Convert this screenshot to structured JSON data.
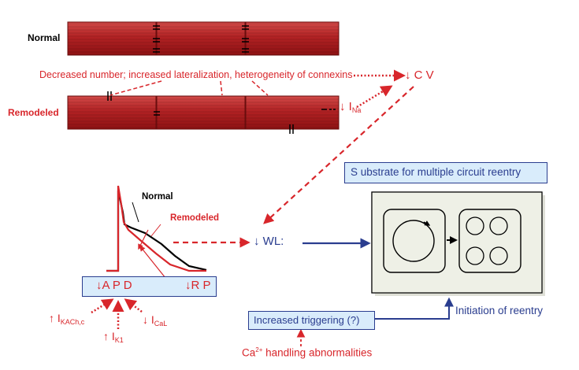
{
  "colors": {
    "red": "#d8262b",
    "blue": "#2a3d8f",
    "box_fill": "#d9ecfb",
    "cell_light": "#d24a48",
    "cell_dark": "#8e1213",
    "panel_fill": "#eef0e6"
  },
  "labels": {
    "normal_cells": "Normal",
    "remodeled_cells": "Remodeled",
    "connexins": "Decreased number; increased lateralization, heterogeneity of connexins",
    "cv": "↓ C V",
    "ina_arrow": "↓",
    "ina_base": "I",
    "ina_sub": "Na",
    "substrate": "S ubstrate for multiple circuit reentry",
    "ap_normal": "Normal",
    "ap_remodeled": "Remodeled",
    "wl": "↓ WL:",
    "apd": "↓A P D",
    "rp": "↓R P",
    "ikach_arrow": "↑",
    "ikach_base": "I",
    "ikach_sub": "KACh,c",
    "ik1_arrow": "↑",
    "ik1_base": "I",
    "ik1_sub": "K1",
    "ical_arrow": "↓",
    "ical_base": "I",
    "ical_sub": "CaL",
    "triggering": "Increased triggering (?)",
    "initiation": "Initiation of reentry",
    "ca_base": "Ca",
    "ca_sup": "2+",
    "ca_rest": " handling abnormalities"
  }
}
